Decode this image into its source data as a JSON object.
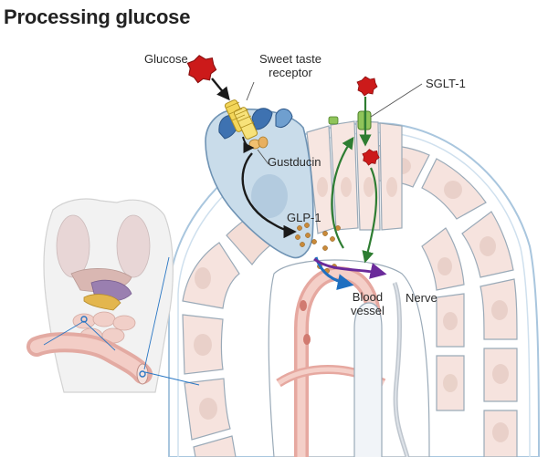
{
  "title": "Processing glucose",
  "labels": {
    "glucose": "Glucose",
    "sweet_receptor_line1": "Sweet taste",
    "sweet_receptor_line2": "receptor",
    "sglt1": "SGLT-1",
    "gustducin": "Gustducin",
    "glp1": "GLP-1",
    "blood_vessel_line1": "Blood",
    "blood_vessel_line2": "vessel",
    "nerve": "Nerve"
  },
  "colors": {
    "glucose": "#cc1a1a",
    "enteroendocrine_cell": "#c9dcea",
    "epithelial_cell": "#f6e3de",
    "sglt1_transporter": "#8fc45a",
    "signal_arrow_black": "#1a1a1a",
    "glucose_transport_arrow": "#2e7d32",
    "blood_arrow": "#1f6fc0",
    "nerve_arrow": "#6a2a9a",
    "glp1_granules": "#c98a3a"
  },
  "icons": [
    "glucose-molecule-icon",
    "sweet-taste-receptor-icon",
    "sglt1-transporter-icon",
    "glp1-granule-icon"
  ]
}
